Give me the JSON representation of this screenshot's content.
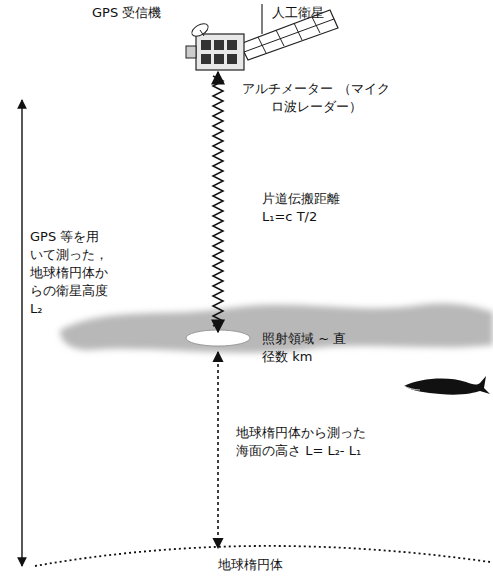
{
  "diagram": {
    "labels": [
      "GPS 受信機",
      "人工衛星",
      "アルチメーター （マイクロ波レーダー）",
      "片道伝搬距離 L₁=c T/2",
      "GPS 等を用いて測った，地球楕円体からの衛星高度 L₂",
      "照射領域 ~ 直径数 km",
      "地球楕円体から測った 海面の高さ L= L₂- L₁",
      "地球楕円体"
    ]
  }
}
